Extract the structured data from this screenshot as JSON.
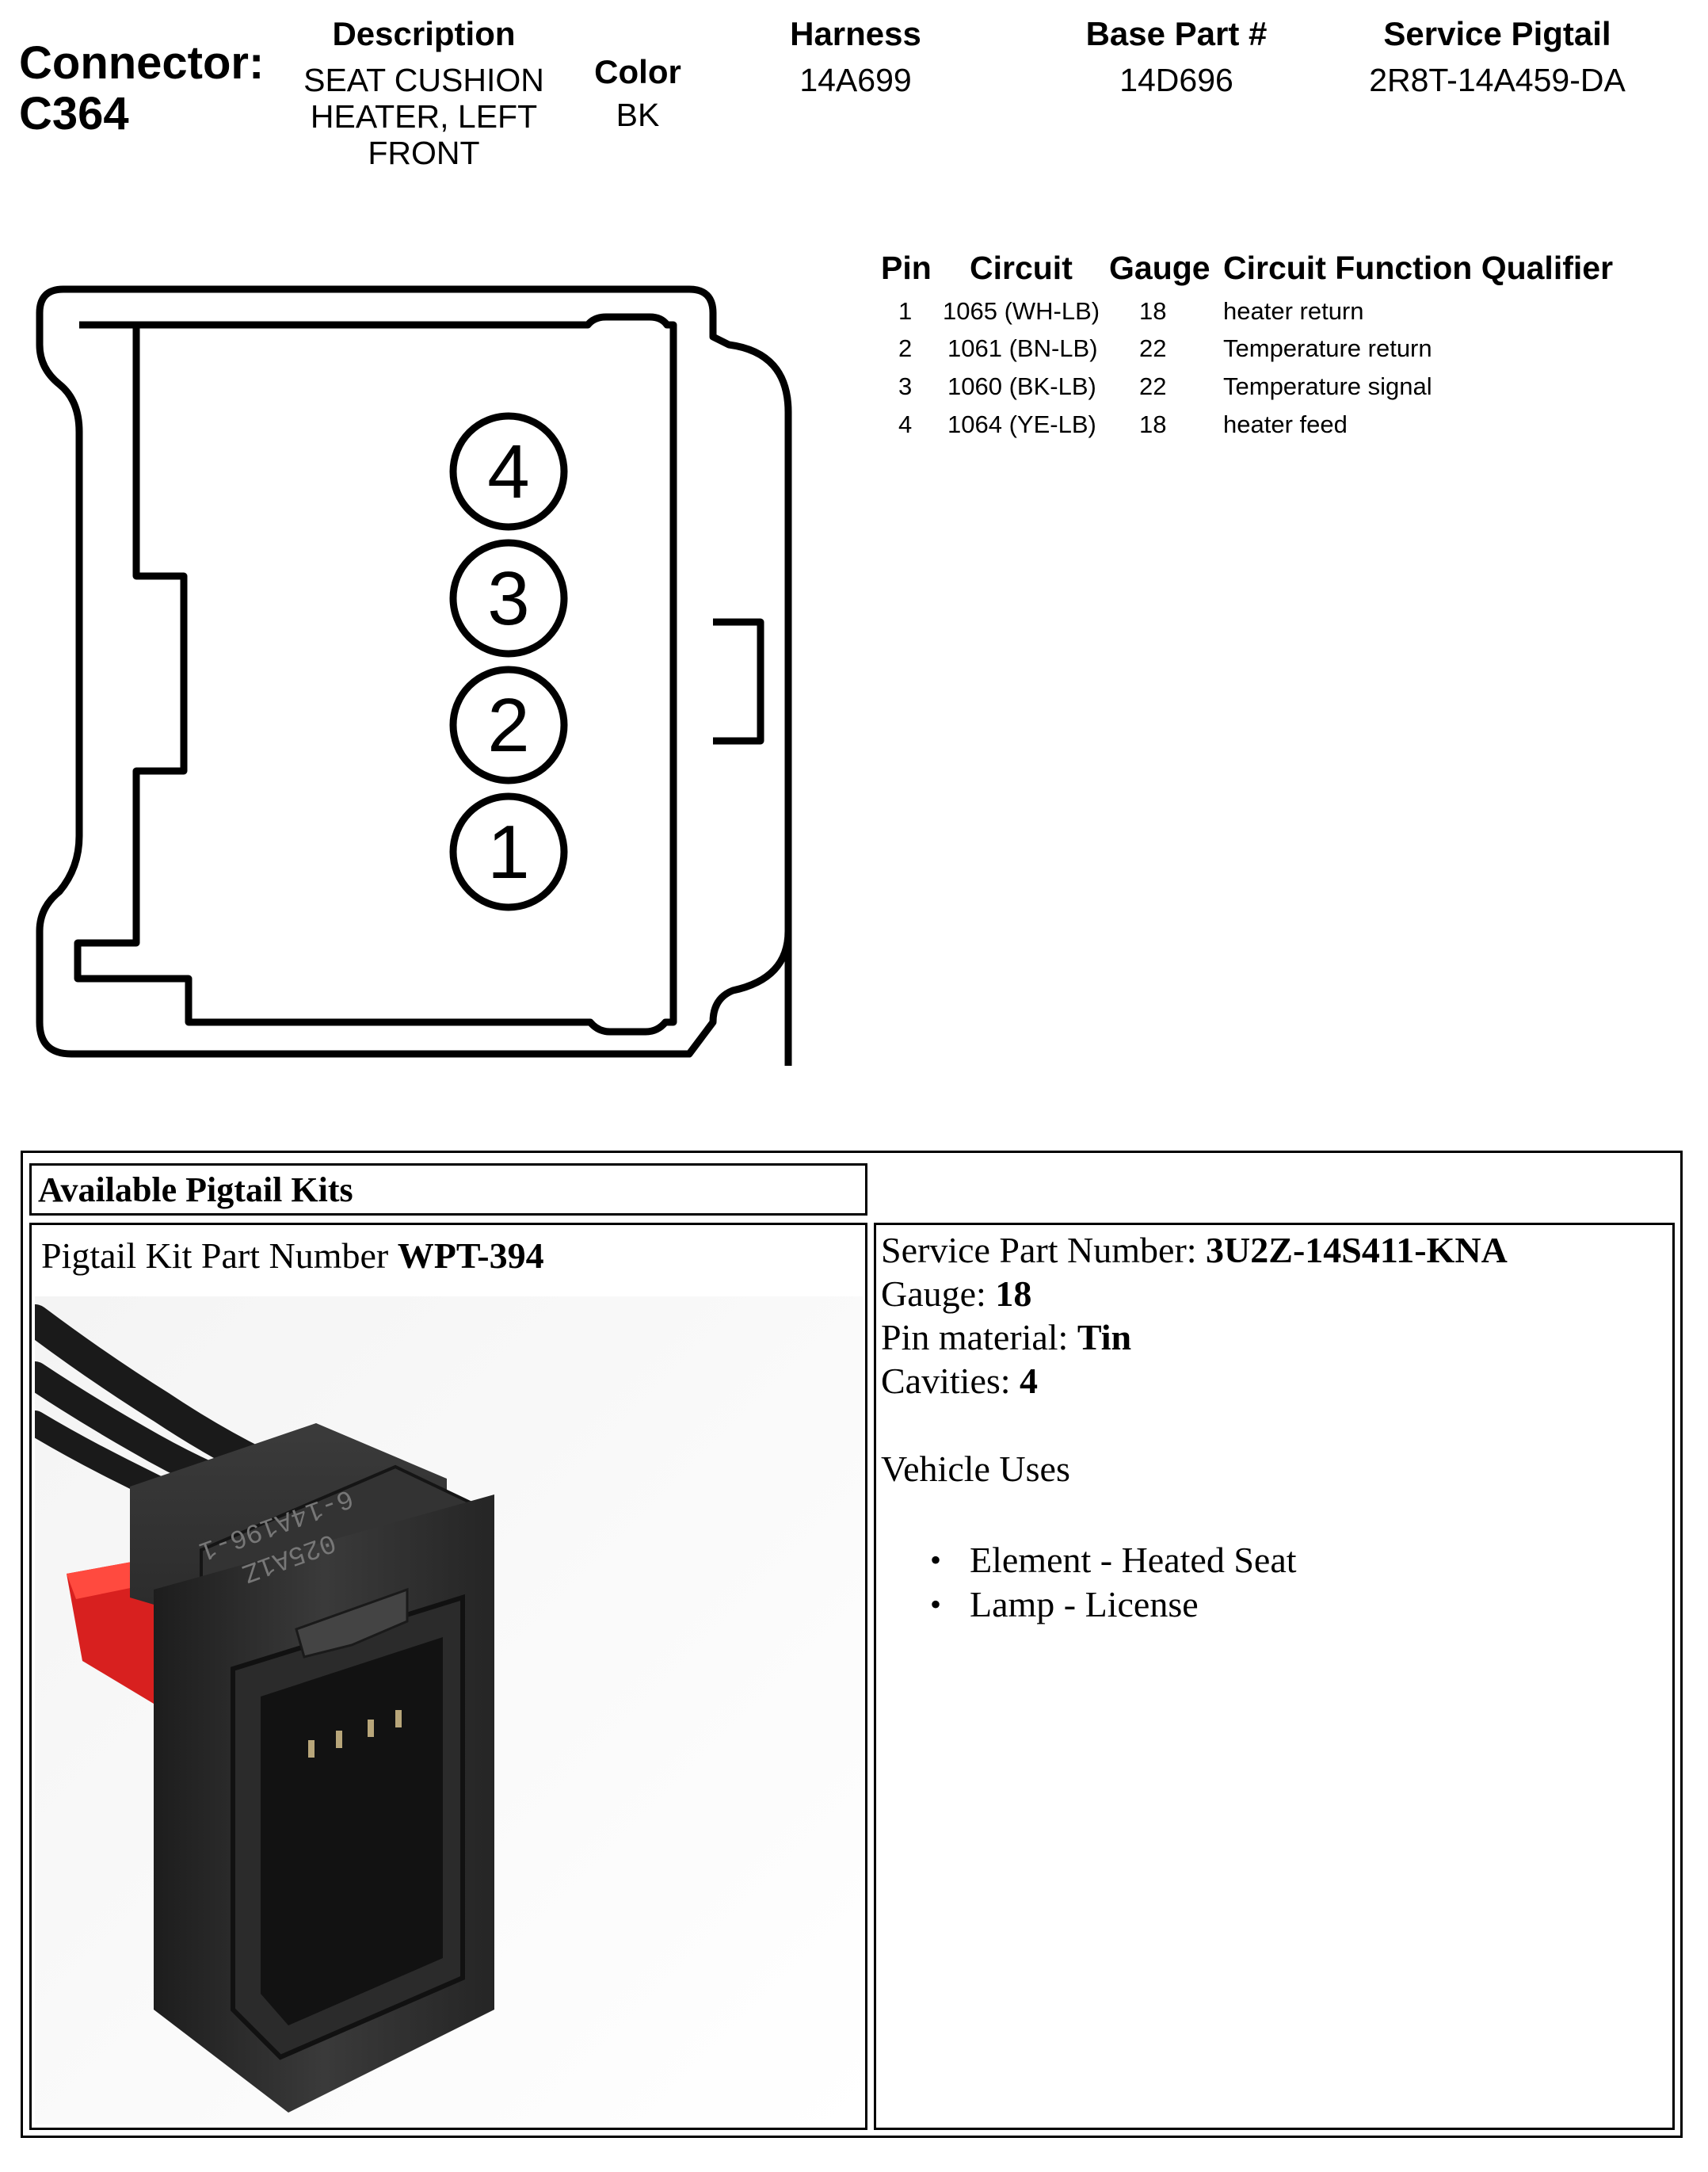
{
  "connector": {
    "label": "Connector:",
    "id": "C364"
  },
  "header": {
    "description": {
      "heading": "Description",
      "lines": [
        "SEAT CUSHION",
        "HEATER, LEFT",
        "FRONT"
      ]
    },
    "color": {
      "heading": "Color",
      "value": "BK"
    },
    "harness": {
      "heading": "Harness",
      "value": "14A699"
    },
    "base_part": {
      "heading": "Base Part #",
      "value": "14D696"
    },
    "service_pigtail": {
      "heading": "Service Pigtail",
      "value": "2R8T-14A459-DA"
    }
  },
  "pin_table": {
    "headers": [
      "Pin",
      "Circuit",
      "Gauge",
      "Circuit Function Qualifier"
    ],
    "rows": [
      {
        "pin": "1",
        "circuit": "1065 (WH-LB)",
        "gauge": "18",
        "function": "heater return"
      },
      {
        "pin": "2",
        "circuit": "1061 (BN-LB)",
        "gauge": "22",
        "function": "Temperature return"
      },
      {
        "pin": "3",
        "circuit": "1060 (BK-LB)",
        "gauge": "22",
        "function": "Temperature signal"
      },
      {
        "pin": "4",
        "circuit": "1064 (YE-LB)",
        "gauge": "18",
        "function": "heater feed"
      }
    ]
  },
  "diagram": {
    "pin_labels": [
      "4",
      "3",
      "2",
      "1"
    ]
  },
  "kits": {
    "heading": "Available Pigtail Kits",
    "kit_label": "Pigtail Kit Part Number ",
    "kit_number": "WPT-394",
    "service_part_label": "Service Part Number: ",
    "service_part_value": "3U2Z-14S411-KNA",
    "gauge_label": "Gauge: ",
    "gauge_value": "18",
    "pin_material_label": "Pin material: ",
    "pin_material_value": "Tin",
    "cavities_label": "Cavities: ",
    "cavities_value": "4",
    "vehicle_uses_heading": "Vehicle Uses",
    "vehicle_uses": [
      "Element - Heated Seat",
      "Lamp - License"
    ],
    "photo_marking_lines": [
      "025A1Z",
      "6-14A196-1"
    ]
  },
  "colors": {
    "connector_body": "#2d2d2d",
    "latch_red": "#d8201f",
    "background": "#ffffff"
  }
}
